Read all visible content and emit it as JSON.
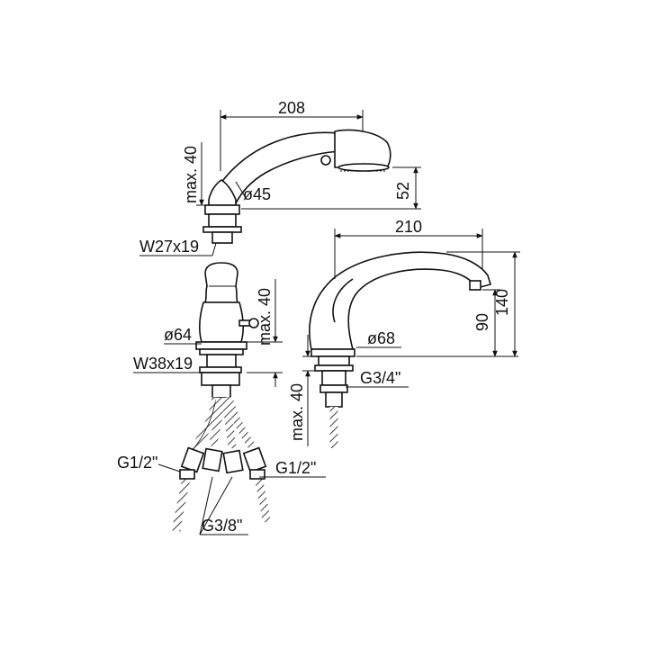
{
  "handshower": {
    "width_label": "208",
    "height_label": "52",
    "base_height_label": "max. 40",
    "diameter_label": "ø45",
    "thread_label": "W27x19"
  },
  "mixer": {
    "height_label": "max. 40",
    "diameter_label": "ø64",
    "thread_label": "W38x19",
    "inlet_left_label": "G1/2\"",
    "inlet_right_label": "G1/2\"",
    "outlet_label": "G3/8\""
  },
  "spout": {
    "width_label": "210",
    "outlet_height_label": "90",
    "total_height_label": "140",
    "diameter_label": "ø68",
    "thread_label": "G3/4\"",
    "base_height_label": "max. 40"
  }
}
